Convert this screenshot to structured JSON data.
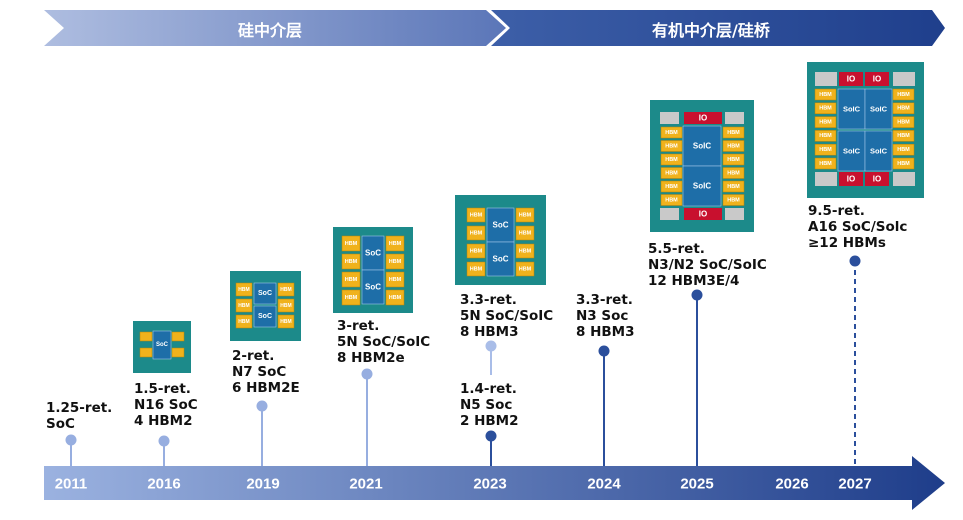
{
  "banners": [
    {
      "text": "硅中介层",
      "color_from": "#aebde0",
      "color_to": "#5b76b8"
    },
    {
      "text": "有机中介层/硅桥",
      "color_from": "#3d5fa8",
      "color_to": "#1f3f8c"
    }
  ],
  "timeline": {
    "years": [
      "2011",
      "2016",
      "2019",
      "2021",
      "2023",
      "2024",
      "2025",
      "2026",
      "2027"
    ],
    "arrow_from": "#9bb2e0",
    "arrow_to": "#1e3d8a"
  },
  "milestones": [
    {
      "id": "m2011",
      "year": "2011",
      "lines": [
        "1.25-ret.",
        "SoC"
      ],
      "dot_color": "#97aee0"
    },
    {
      "id": "m2016",
      "year": "2016",
      "lines": [
        "1.5-ret.",
        "N16 SoC",
        "4 HBM2"
      ],
      "dot_color": "#97aee0"
    },
    {
      "id": "m2019",
      "year": "2019",
      "lines": [
        "2-ret.",
        "N7 SoC",
        "6 HBM2E"
      ],
      "dot_color": "#97aee0"
    },
    {
      "id": "m2021",
      "year": "2021",
      "lines": [
        "3-ret.",
        "5N SoC/SoIC",
        "8 HBM2e"
      ],
      "dot_color": "#97aee0"
    },
    {
      "id": "m2023a",
      "year": "2023",
      "lines": [
        "3.3-ret.",
        "5N SoC/SoIC",
        "8 HBM3"
      ],
      "dot_color": "#a9bde8"
    },
    {
      "id": "m2023b",
      "year": "2023",
      "lines": [
        "1.4-ret.",
        "N5 Soc",
        "2 HBM2"
      ],
      "dot_color": "#2b4f9c"
    },
    {
      "id": "m2024",
      "year": "2024",
      "lines": [
        "3.3-ret.",
        "N3 Soc",
        "8 HBM3"
      ],
      "dot_color": "#2b4f9c"
    },
    {
      "id": "m2025",
      "year": "2025",
      "lines": [
        "5.5-ret.",
        "N3/N2 SoC/SoIC",
        "12 HBM3E/4"
      ],
      "dot_color": "#2b4f9c"
    },
    {
      "id": "m2027",
      "year": "2027",
      "lines": [
        "9.5-ret.",
        "A16 SoC/Solc",
        "≥12 HBMs"
      ],
      "dot_color": "#2b4f9c"
    }
  ],
  "chip_text": {
    "soc": "SoC",
    "soic": "SoIC",
    "hbm": "HBM",
    "io": "IO"
  },
  "colors": {
    "substrate": "#1c8a8a",
    "soc": "#1e6ea8",
    "hbm": "#f0b21c",
    "io": "#c8102e",
    "dummy": "#c9c9c9"
  }
}
